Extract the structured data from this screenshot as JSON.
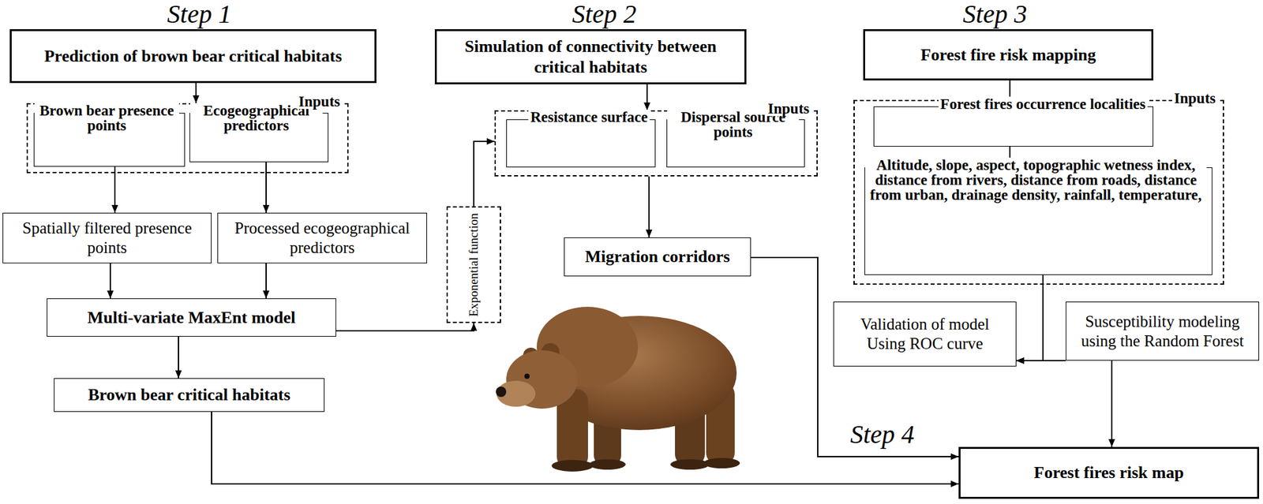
{
  "diagram": {
    "nodes": [
      {
        "text": [
          "Prediction of brown bear critical habitats"
        ]
      },
      {
        "text": [
          "Inputs"
        ]
      },
      {
        "text": [
          "Brown bear presence points"
        ],
        "in": 1
      },
      {
        "text": [
          "Ecogeographical predictors"
        ],
        "in": 1
      },
      {
        "text": [
          "Spatially filtered presence points"
        ]
      },
      {
        "text": [
          "Processed ecogeographical predictors"
        ]
      },
      {
        "text": [
          "Multi-variate MaxEnt model"
        ]
      },
      {
        "text": [
          "Brown bear critical habitats"
        ]
      },
      {
        "text": [
          "Exponential function"
        ]
      },
      {
        "text": [
          "Simulation of connectivity between critical habitats"
        ]
      },
      {
        "text": [
          "Inputs"
        ]
      },
      {
        "text": [
          "Resistance surface"
        ],
        "in": 10
      },
      {
        "text": [
          "Dispersal source points"
        ],
        "in": 10
      },
      {
        "text": [
          "Migration corridors"
        ]
      },
      {
        "text": [
          "Forest fire risk mapping"
        ]
      },
      {
        "text": [
          "Inputs"
        ]
      },
      {
        "text": [
          "Forest fires occurrence localities"
        ],
        "in": 15
      },
      {
        "text": [
          "Altitude, slope, aspect, topographic wetness index, distance from rivers, distance from roads, distance from urban, drainage density, rainfall, temperature,"
        ],
        "in": 15
      },
      {
        "text": [
          "Validation of model Using ROC curve"
        ]
      },
      {
        "text": [
          "Susceptibility modeling using the Random Forest"
        ]
      },
      {
        "text": [
          "Forest fires risk map"
        ]
      }
    ],
    "edges": [
      {
        "from": 0,
        "to": 1,
        "arrow": "to"
      },
      {
        "from": 2,
        "to": 4,
        "arrow": "to"
      },
      {
        "from": 3,
        "to": 5,
        "arrow": "to"
      },
      {
        "from": 4,
        "to": 6,
        "arrow": "to"
      },
      {
        "from": 5,
        "to": 6,
        "arrow": "to"
      },
      {
        "from": 6,
        "to": 7,
        "arrow": "to"
      },
      {
        "from": 6,
        "to": 8,
        "arrow": "to"
      },
      {
        "from": 8,
        "to": 10,
        "arrow": "to"
      },
      {
        "from": 9,
        "to": 10,
        "arrow": "to"
      },
      {
        "from": 10,
        "to": 13,
        "arrow": "to"
      },
      {
        "from": 14,
        "to": 16,
        "arrow": "to"
      },
      {
        "from": 16,
        "to": 17,
        "arrow": "to"
      },
      {
        "from": 17,
        "to": 18,
        "arrow": "to"
      },
      {
        "from": 19,
        "to": 18,
        "arrow": "to"
      },
      {
        "from": 19,
        "to": 20,
        "arrow": "to"
      },
      {
        "from": 7,
        "to": 20,
        "arrow": "to"
      },
      {
        "from": 13,
        "to": 20,
        "arrow": "to"
      }
    ],
    "labels": [
      "Step 1",
      "Step 2",
      "Step 3",
      "Step 4"
    ]
  }
}
